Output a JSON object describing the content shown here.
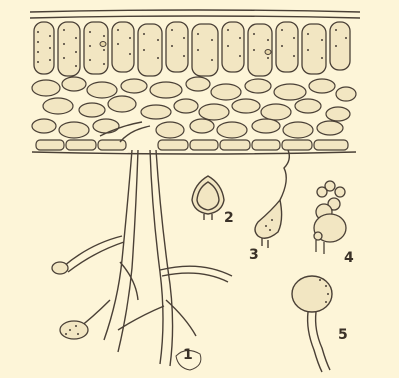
{
  "figure": {
    "labels": {
      "l1": "1",
      "l2": "2",
      "l3": "3",
      "l4": "4",
      "l5": "5"
    },
    "colors": {
      "paper": "#fdf5d8",
      "ink": "#4a4036",
      "cell_fill": "#f2e6c2"
    }
  }
}
